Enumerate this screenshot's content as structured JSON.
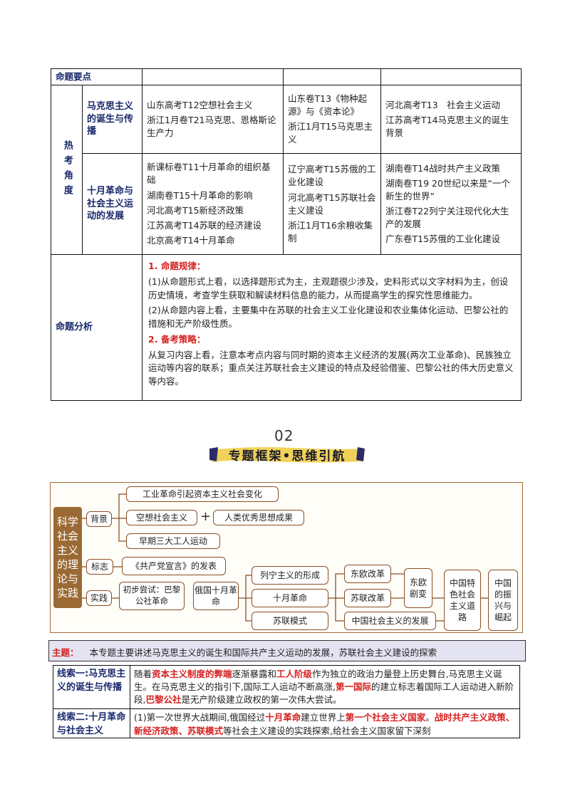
{
  "table1": {
    "header_label": "命题要点",
    "hot_label": "热考角度",
    "rows": [
      {
        "topic": "马克思主义的诞生与传播",
        "col1": [
          "山东高考T12空想社会主义",
          "浙江1月卷T21马克思、恩格斯论生产力"
        ],
        "col2": [
          "山东卷T13《物种起源》与《资本论》",
          "浙江1月T15马克思主义"
        ],
        "col3": [
          "河北高考T13　社会主义运动",
          "江苏高考T14马克思主义的诞生背景"
        ]
      },
      {
        "topic": "十月革命与社会主义运动的发展",
        "col1": [
          "新课标卷T11十月革命的组织基础",
          "湖南卷T15十月革命的影响",
          "河北高考T15新经济政策",
          "江苏高考T14苏联的经济建设",
          "北京高考T14十月革命"
        ],
        "col2": [
          "辽宁高考T15苏俄的工业化建设",
          "河北高考T15苏联社会主义建设",
          "浙江1月T16余粮收集制"
        ],
        "col3": [
          "湖南卷T14战时共产主义政策",
          "湖南卷T19 20世纪以来是“一个新生的世界”",
          "浙江卷T22列宁关注现代化大生产的发展",
          "广东卷T15苏俄的工业化建设"
        ]
      }
    ],
    "analysis_label": "命题分析",
    "analysis": {
      "h1": "1. 命题规律：",
      "p1": "(1)从命题形式上看，以选择题形式为主，主观题很少涉及，史料形式以文字材料为主，创设历史情境，考查学生获取和解读材料信息的能力，从而提高学生的探究性思维能力。",
      "p2": "(2)从命题内容上看，主要集中在苏联的社会主义工业化建设和农业集体化运动、巴黎公社的措施和无产阶级性质。",
      "h2": "2. 备考策略：",
      "p3": "从复习内容上看，注意本考点内容与同时期的资本主义经济的发展(两次工业革命)、民族独立运动等内容的联系；重点关注苏联社会主义建设的特点及经验借鉴、巴黎公社的伟大历史意义等内容。"
    }
  },
  "section": {
    "number": "02",
    "title": "专题框架•思维引航"
  },
  "mindmap": {
    "root": "科学社会主义的理论与实践",
    "beijing": "背景",
    "b1": "工业革命引起资本主义社会变化",
    "b2a": "空想社会主义",
    "plus": "+",
    "b2b": "人类优秀思想成果",
    "b3": "早期三大工人运动",
    "biaozhi": "标志",
    "s1": "《共产党宣言》的发表",
    "shijian": "实践",
    "p1": "初步尝试：巴黎公社革命",
    "p2": "俄国十月革命",
    "p3a": "列宁主义的形成",
    "p3b": "十月革命",
    "p3c": "苏联模式",
    "p4a": "东欧改革",
    "p4b": "苏联改革",
    "p4c": "中国社会主义的发展",
    "p5": "东欧剧变",
    "p6": "中国特色社会主义道路",
    "p7": "中国的振兴与崛起"
  },
  "theme": {
    "label": "主题：",
    "text": "本专题主要讲述马克思主义的诞生和国际共产主义运动的发展，苏联社会主义建设的探索"
  },
  "clues": {
    "c1_label": "线索一:马克思主义的诞生与传播",
    "c1": {
      "t1": "随着",
      "r1": "资本主义制度的弊端",
      "t2": "逐渐暴露和",
      "r2": "工人阶级",
      "t3": "作为独立的政治力量登上历史舞台,马克思主义诞生。在马克思主义的指引下,国际工人运动不断高涨,",
      "r3": "第一国际",
      "t4": "的建立标志着国际工人运动进入新阶段,",
      "r4": "巴黎公社",
      "t5": "是无产阶级建立政权的第一次伟大尝试。"
    },
    "c2_label": "线索二:十月革命与社会主义",
    "c2": {
      "t1": "(1)第一次世界大战期间,俄国经过",
      "r1": "十月革命",
      "t2": "建立世界上",
      "r2": "第一个社会主义国家",
      "t3": "。",
      "r3": "战时共产主义政策、新经济政策、苏联模式",
      "t4": "等社会主义建设的实践探索,给社会主义国家留下深刻"
    }
  }
}
